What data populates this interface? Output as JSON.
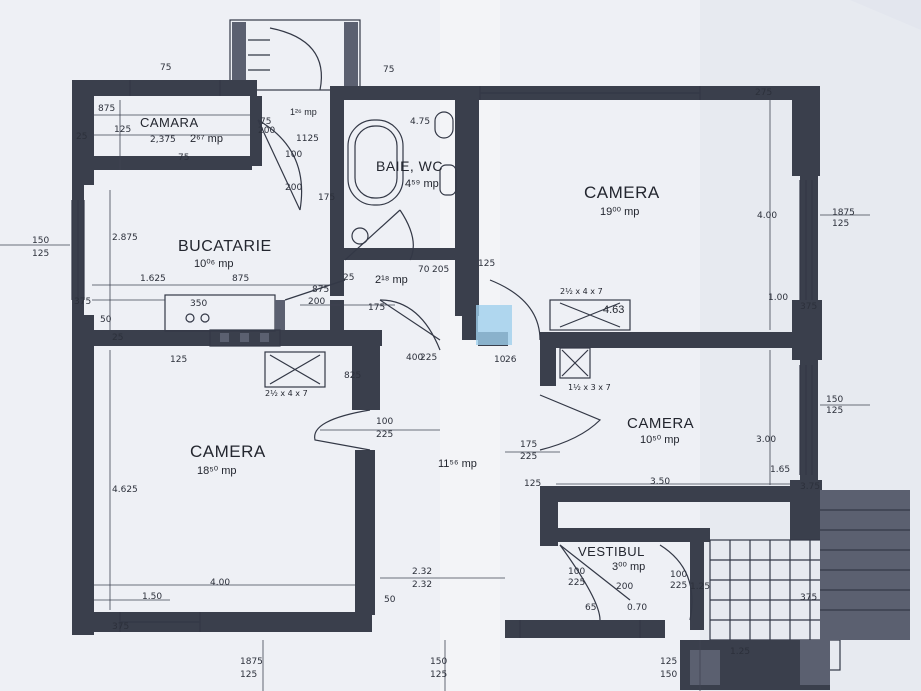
{
  "rooms": {
    "camara": {
      "name": "CAMARA",
      "area": "2⁶⁷ mp"
    },
    "baie": {
      "name": "BAIE, WC",
      "area": "4⁵⁹ mp"
    },
    "camera_ne": {
      "name": "CAMERA",
      "area": "19⁰⁰ mp"
    },
    "bucatarie": {
      "name": "BUCATARIE",
      "area": "10⁰⁶ mp"
    },
    "hol_mic": {
      "area": "2¹⁸ mp"
    },
    "hol": {
      "area": "11⁵⁶ mp"
    },
    "camera_sw": {
      "name": "CAMERA",
      "area": "18⁵⁰ mp"
    },
    "camera_se": {
      "name": "CAMERA",
      "area": "10⁵⁰ mp"
    },
    "vestibul": {
      "name": "VESTIBUL",
      "area": "3⁰⁰ mp"
    },
    "small": {
      "area": "1²⁶ mp"
    }
  },
  "fixtures": {
    "soba1": "2½ x 4 x 7",
    "soba1_val": "4.63",
    "soba2": "1½ x 3 x 7",
    "soba3": "2½ x 4 x 7"
  },
  "dims": {
    "d75a": "75",
    "d75b": "75",
    "d75c": "75",
    "d75d": "75",
    "d875a": "875",
    "d125a": "125",
    "d25a": "25",
    "d2375": "2,375",
    "d1125": "1125",
    "d200a": "200",
    "d475": "4.75",
    "d175a": "175",
    "d100a": "100",
    "d200b": "200",
    "d150a": "150",
    "d125b": "125",
    "d2875": "2.875",
    "d1625": "1.625",
    "d875b": "875",
    "d375a": "375",
    "d50a": "50",
    "d350a": "350",
    "d25b": "25",
    "d125c": "125",
    "d275": "275",
    "d400a": "4.00",
    "d1875": "1875",
    "d125d": "125",
    "d875c": "875",
    "d200c": "200",
    "d175b": "175",
    "d25c": "25",
    "d70": "70",
    "d205": "205",
    "d125e": "125",
    "d175c": "175",
    "d400b": "400",
    "d225a": "225",
    "d100b": "1.00",
    "d375b": "375",
    "d825": "825",
    "d10": "10",
    "d26": "26",
    "d150b": "150",
    "d125f": "125",
    "d300": "3.00",
    "d165": "1.65",
    "d375c": "3.75",
    "d100c": "100",
    "d225b": "225",
    "d175d": "175",
    "d225c": "225",
    "d125g": "125",
    "d350b": "3.50",
    "d4625": "4.625",
    "d400c": "4.00",
    "d150c": "1.50",
    "d232a": "2.32",
    "d232b": "2.32",
    "d50b": "50",
    "d100d": "100",
    "d225d": "225",
    "d200d": "200",
    "d100e": "100",
    "d225e": "225",
    "d125h": "1.25",
    "d65": "65",
    "d70b": "0.70",
    "d375d": "375",
    "d125i": "1.25",
    "d1875b": "1875",
    "d125j": "125",
    "d150d": "150",
    "d125k": "125",
    "d375e": "375",
    "d125l": "125",
    "d150e": "150"
  }
}
